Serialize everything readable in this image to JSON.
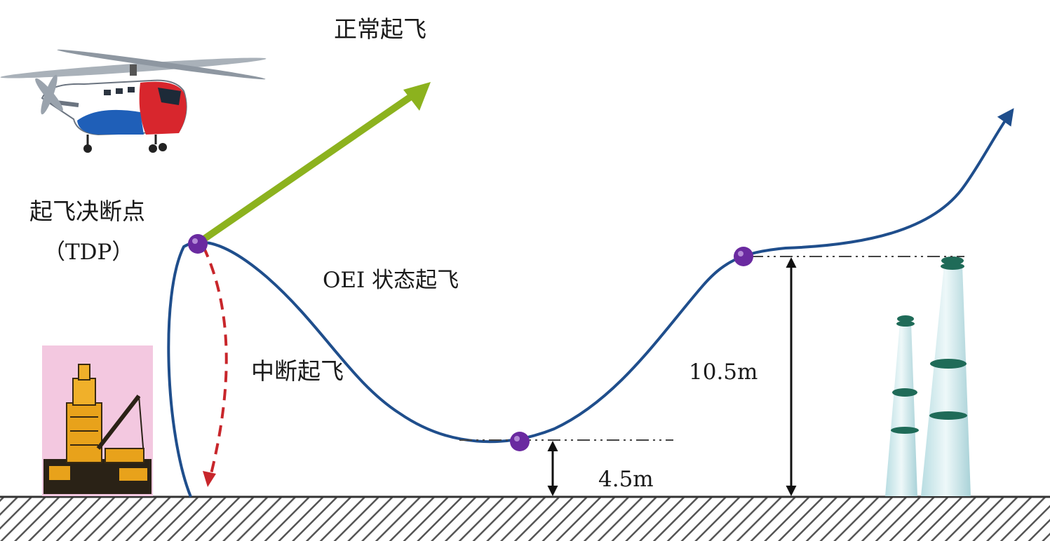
{
  "labels": {
    "normal_takeoff": "正常起飞",
    "tdp_line1": "起飞决断点",
    "tdp_line2": "（TDP）",
    "oei_takeoff": "OEI 状态起飞",
    "rejected_takeoff": "中断起飞",
    "height_high": "10.5m",
    "height_low": "4.5m"
  },
  "colors": {
    "flight_path": "#1f4e8c",
    "normal_arrow": "#8cb21e",
    "rejected_arrow": "#c8262b",
    "key_point": "#6a2aa0",
    "reference_line": "#444444",
    "ground_hatch": "#555555",
    "chimney": "#cfe8ec",
    "chimney_band": "#1f6b58",
    "platform_bg": "#f3c8e0",
    "platform_structure": "#e8a21b"
  },
  "icons": {
    "helicopter": "helicopter-icon",
    "platform": "offshore-platform-icon",
    "chimneys": "chimney-icon"
  }
}
